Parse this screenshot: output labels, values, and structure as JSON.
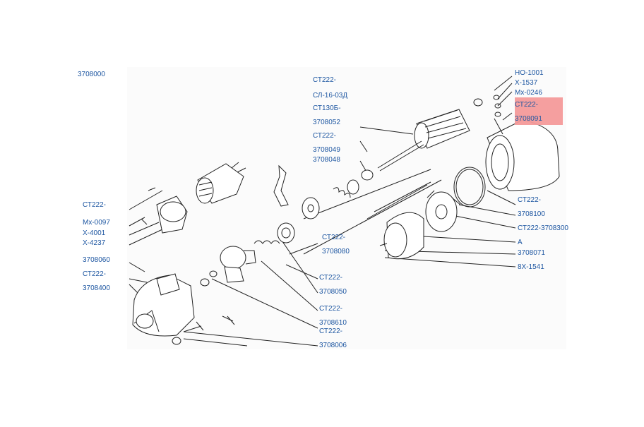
{
  "diagram": {
    "labels": [
      "3708000",
      "СТ222-",
      "СЛ-16-03Д",
      "СТ130Б-",
      "3708052",
      "СТ222-",
      "3708049",
      "3708048",
      "НО-1001",
      "Х-1537",
      "Мх-0246",
      "СТ222-",
      "3708091",
      "СТ222-",
      "Мх-0097",
      "Х-4001",
      "Х-4237",
      "3708060",
      "СТ222-",
      "3708400",
      "СТ222-",
      "3708080",
      "СТ222-",
      "3708050",
      "СТ222-",
      "3708610",
      "СТ222-",
      "3708006",
      "СТ222-",
      "3708100",
      "СТ222-3708300",
      "А",
      "3708071",
      "8Х-1541"
    ],
    "highlight_color": "#f49a9a",
    "label_color": "#1d56a1",
    "line_color": "#222222"
  }
}
